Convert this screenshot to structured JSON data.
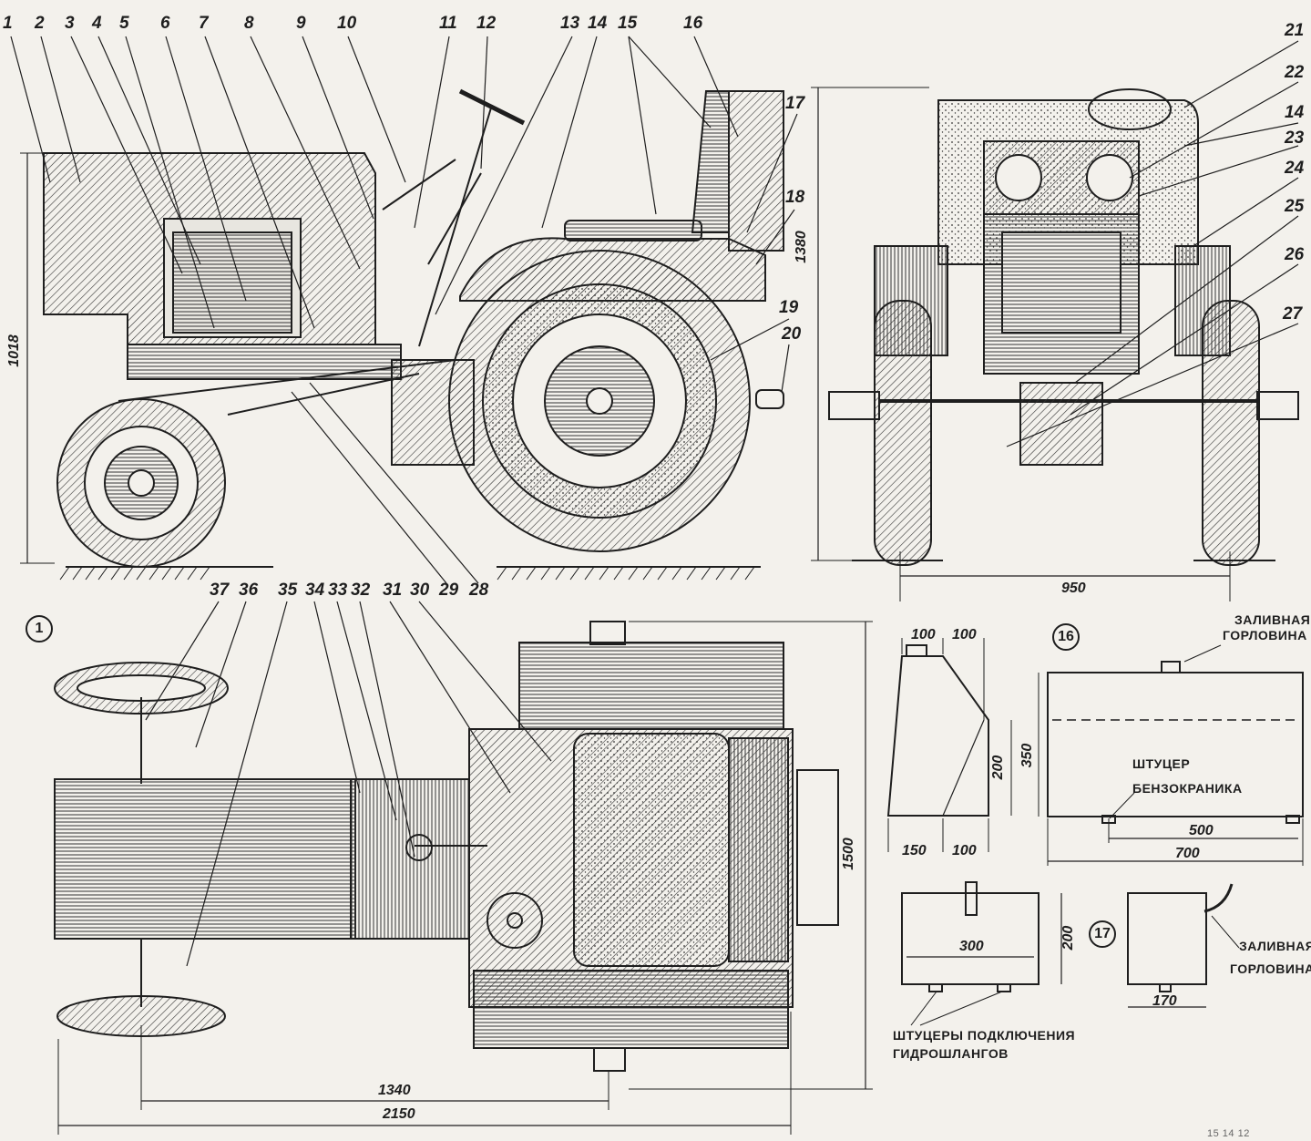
{
  "callouts_top": [
    "1",
    "2",
    "3",
    "4",
    "5",
    "6",
    "7",
    "8",
    "9",
    "10",
    "11",
    "12",
    "13",
    "14",
    "15",
    "16",
    "17",
    "18",
    "19",
    "20"
  ],
  "callouts_bottom_side": [
    "29",
    "28"
  ],
  "callouts_front": [
    "21",
    "22",
    "14",
    "23",
    "24",
    "25",
    "26",
    "27"
  ],
  "callouts_plan": [
    "37",
    "36",
    "35",
    "34",
    "33",
    "32",
    "31",
    "30"
  ],
  "figure_number": "1",
  "dimensions": {
    "side_height": "1018",
    "front_height": "1380",
    "track_width": "950",
    "wheelbase": "1340",
    "overall_length": "2150",
    "overall_width": "1500"
  },
  "tank16": {
    "number": "16",
    "d_top_left": "100",
    "d_top_right": "100",
    "d_side": "200",
    "d_bottom_left": "150",
    "d_bottom_right": "100",
    "height": "350",
    "inner_length": "500",
    "length": "700",
    "filler_label_1": "ЗАЛИВНАЯ",
    "filler_label_2": "ГОРЛОВИНА",
    "fuel_tap_label_1": "ШТУЦЕР",
    "fuel_tap_label_2": "БЕНЗОКРАНИКА"
  },
  "tank17": {
    "number": "17",
    "length": "300",
    "height": "200",
    "depth": "170",
    "filler_label_1": "ЗАЛИВНАЯ",
    "filler_label_2": "ГОРЛОВИНА",
    "hose_label_1": "ШТУЦЕРЫ ПОДКЛЮЧЕНИЯ",
    "hose_label_2": "ГИДРОШЛАНГОВ"
  },
  "footer_fragment": "15 14 12"
}
